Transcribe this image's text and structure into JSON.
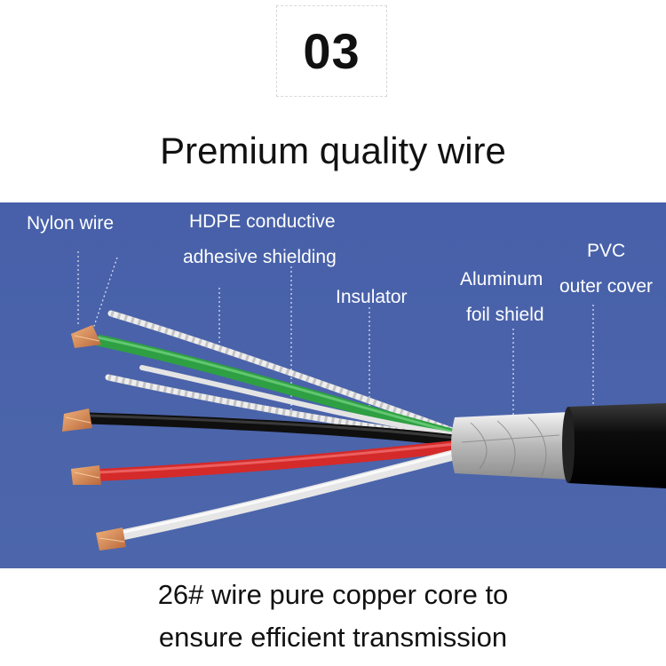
{
  "step": {
    "number": "03"
  },
  "headline": "Premium quality wire",
  "callouts": {
    "nylon_wire": "Nylon wire",
    "hdpe_line1": "HDPE conductive",
    "hdpe_line2": "adhesive shielding",
    "insulator": "Insulator",
    "aluminum_line1": "Aluminum",
    "aluminum_line2": "foil shield",
    "pvc_line1": "PVC",
    "pvc_line2": "outer cover"
  },
  "footer": {
    "line1": "26# wire pure copper core to",
    "line2": "ensure efficient transmission"
  },
  "colors": {
    "background_blue": "#4a63a8",
    "green_wire": "#2ea043",
    "red_wire": "#d42a2a",
    "black_wire": "#111111",
    "white_wire": "#e6e6e6",
    "copper": "#d08a58"
  }
}
